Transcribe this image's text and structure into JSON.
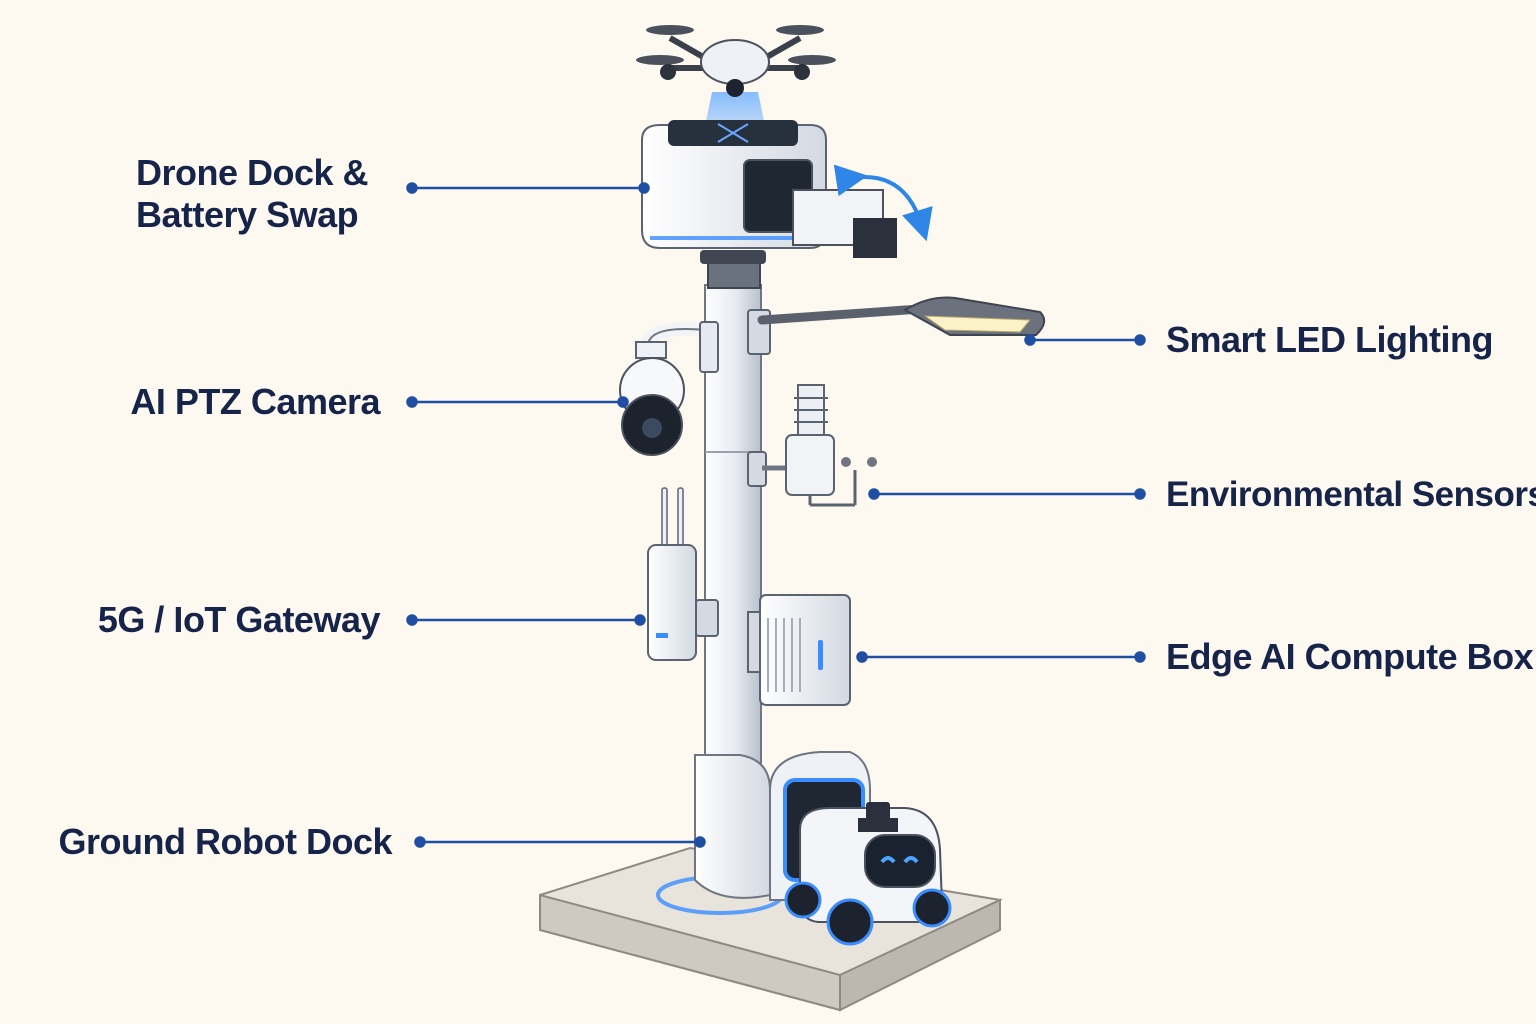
{
  "labels": {
    "drone_dock_line1": "Drone Dock &",
    "drone_dock_line2": "Battery Swap",
    "ai_ptz_camera": "AI PTZ Camera",
    "gateway": "5G / IoT Gateway",
    "ground_robot_dock": "Ground Robot Dock",
    "smart_led_lighting": "Smart LED Lighting",
    "environmental_sensors": "Environmental Sensors",
    "edge_ai_compute_box": "Edge AI Compute Box"
  },
  "colors": {
    "background": "#fdf9f1",
    "label_text": "#16244a",
    "leader_line": "#1f4ea3",
    "accent_glow": "#3a8dff",
    "pole_body": "#e9edf3",
    "pole_shadow": "#c6ccd6"
  }
}
